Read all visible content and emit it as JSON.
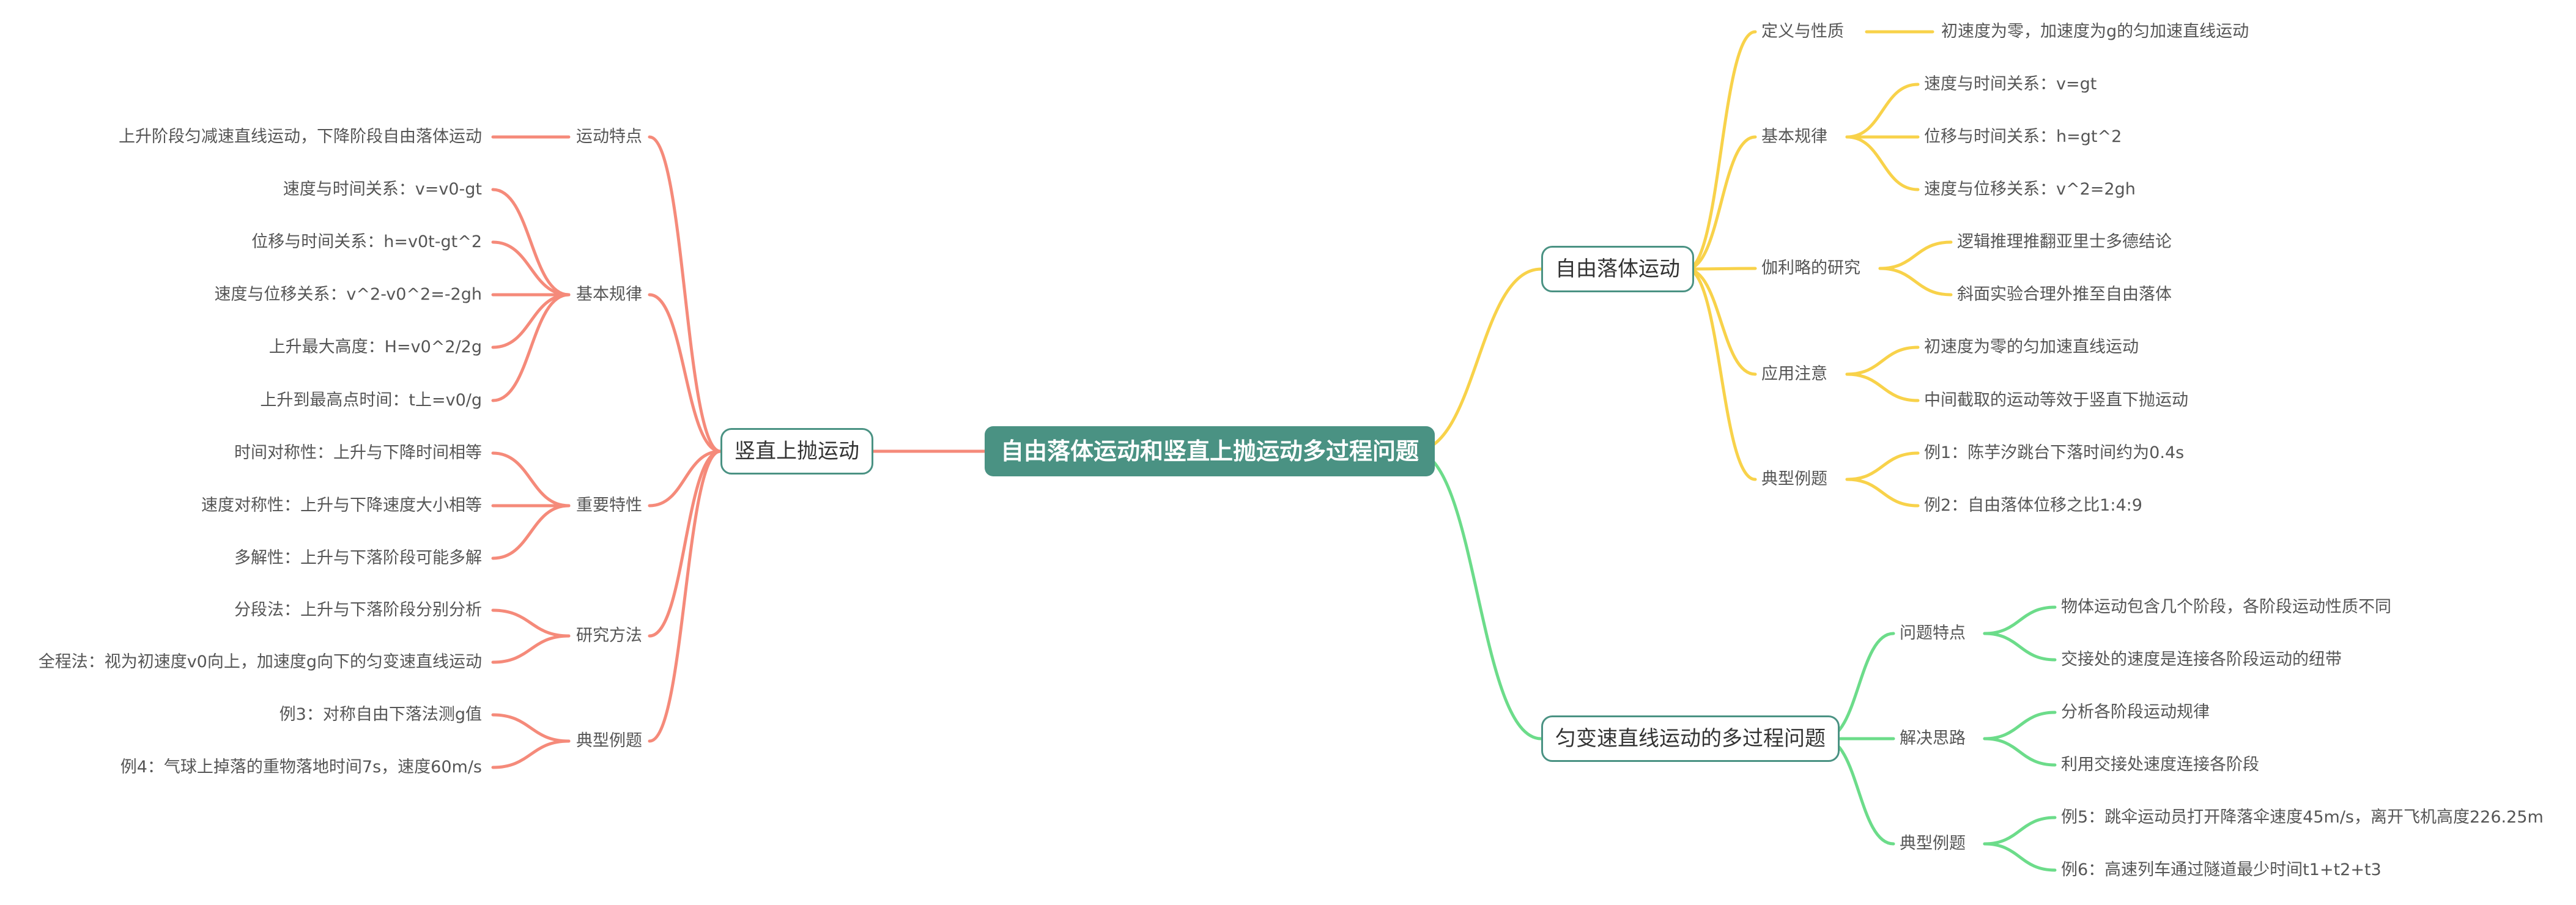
{
  "root": "自由落体运动和竖直上抛运动多过程问题",
  "colors": {
    "root_fill": "#4a9283",
    "free_fall": "#f8d24a",
    "multi_process": "#6cdc8a",
    "vertical_throw": "#f58a7a"
  },
  "free_fall": {
    "label": "自由落体运动",
    "definition": {
      "label": "定义与性质",
      "items": [
        "初速度为零，加速度为g的匀加速直线运动"
      ]
    },
    "laws": {
      "label": "基本规律",
      "items": [
        "速度与时间关系：v=gt",
        "位移与时间关系：h=gt^2",
        "速度与位移关系：v^2=2gh"
      ]
    },
    "galileo": {
      "label": "伽利略的研究",
      "items": [
        "逻辑推理推翻亚里士多德结论",
        "斜面实验合理外推至自由落体"
      ]
    },
    "notes": {
      "label": "应用注意",
      "items": [
        "初速度为零的匀加速直线运动",
        "中间截取的运动等效于竖直下抛运动"
      ]
    },
    "examples": {
      "label": "典型例题",
      "items": [
        "例1：陈芋汐跳台下落时间约为0.4s",
        "例2：自由落体位移之比1:4:9"
      ]
    }
  },
  "multi_process": {
    "label": "匀变速直线运动的多过程问题",
    "features": {
      "label": "问题特点",
      "items": [
        "物体运动包含几个阶段，各阶段运动性质不同",
        "交接处的速度是连接各阶段运动的纽带"
      ]
    },
    "approach": {
      "label": "解决思路",
      "items": [
        "分析各阶段运动规律",
        "利用交接处速度连接各阶段"
      ]
    },
    "examples": {
      "label": "典型例题",
      "items": [
        "例5：跳伞运动员打开降落伞速度45m/s，离开飞机高度226.25m",
        "例6：高速列车通过隧道最少时间t1+t2+t3"
      ]
    }
  },
  "vertical_throw": {
    "label": "竖直上抛运动",
    "motion": {
      "label": "运动特点",
      "items": [
        "上升阶段匀减速直线运动，下降阶段自由落体运动"
      ]
    },
    "laws": {
      "label": "基本规律",
      "items": [
        "速度与时间关系：v=v0-gt",
        "位移与时间关系：h=v0t-gt^2",
        "速度与位移关系：v^2-v0^2=-2gh",
        "上升最大高度：H=v0^2/2g",
        "上升到最高点时间：t上=v0/g"
      ]
    },
    "properties": {
      "label": "重要特性",
      "items": [
        "时间对称性：上升与下降时间相等",
        "速度对称性：上升与下降速度大小相等",
        "多解性：上升与下落阶段可能多解"
      ]
    },
    "methods": {
      "label": "研究方法",
      "items": [
        "分段法：上升与下落阶段分别分析",
        "全程法：视为初速度v0向上，加速度g向下的匀变速直线运动"
      ]
    },
    "examples": {
      "label": "典型例题",
      "items": [
        "例3：对称自由下落法测g值",
        "例4：气球上掉落的重物落地时间7s，速度60m/s"
      ]
    }
  }
}
